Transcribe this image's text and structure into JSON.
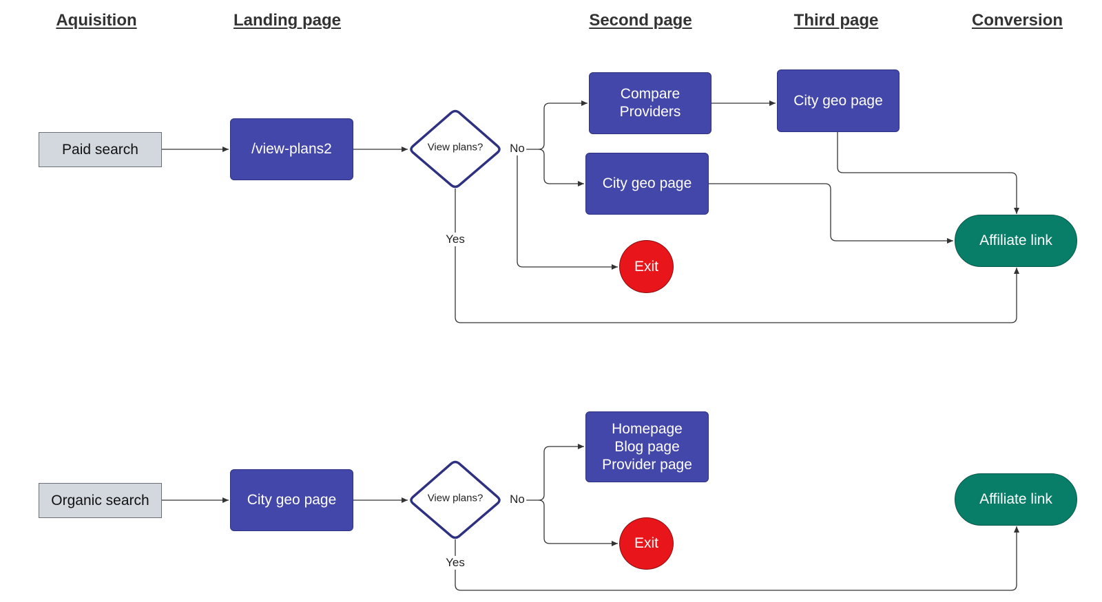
{
  "headers": {
    "acquisition": "Aquisition",
    "landing": "Landing page",
    "second": "Second page",
    "third": "Third page",
    "conversion": "Conversion"
  },
  "flow1": {
    "source": "Paid search",
    "landing": "/view-plans2",
    "decision": "View plans?",
    "no_label": "No",
    "yes_label": "Yes",
    "compare": [
      "Compare",
      "Providers"
    ],
    "city_second": "City geo page",
    "city_third": "City geo page",
    "exit": "Exit",
    "affiliate": "Affiliate link"
  },
  "flow2": {
    "source": "Organic search",
    "landing": "City geo page",
    "decision": "View plans?",
    "no_label": "No",
    "yes_label": "Yes",
    "pages": [
      "Homepage",
      "Blog page",
      "Provider page"
    ],
    "exit": "Exit",
    "affiliate": "Affiliate link"
  },
  "colors": {
    "source_fill": "#d3d8df",
    "page_fill": "#4347a9",
    "exit_fill": "#e8151b",
    "affiliate_fill": "#087e68",
    "decision_border": "#2e3180"
  }
}
